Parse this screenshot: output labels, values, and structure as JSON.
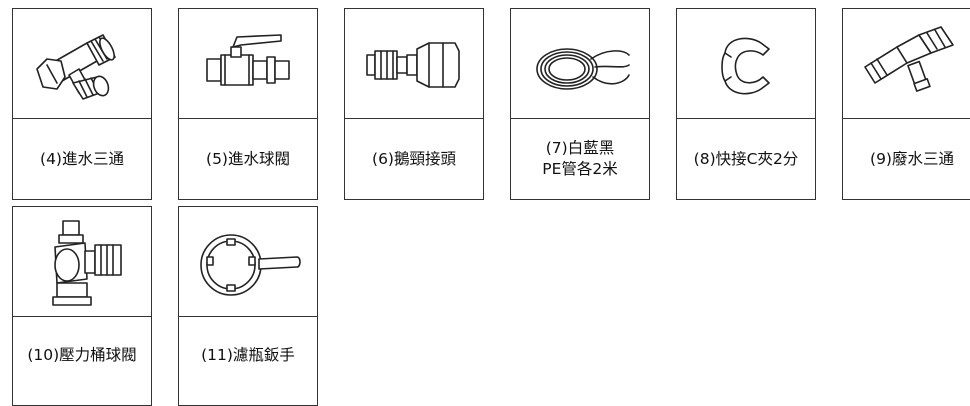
{
  "items": [
    {
      "caption": "(4)進水三通",
      "icon": "tee-valve-icon"
    },
    {
      "caption": "(5)進水球閥",
      "icon": "ball-valve-icon"
    },
    {
      "caption": "(6)鵝頸接頭",
      "icon": "gooseneck-fitting-icon"
    },
    {
      "caption": "(7)白藍黑\nPE管各2米",
      "icon": "tubing-coil-icon"
    },
    {
      "caption": "(8)快接C夾2分",
      "icon": "c-clip-icon"
    },
    {
      "caption": "(9)廢水三通",
      "icon": "waste-tee-icon"
    },
    {
      "caption": "(10)壓力桶球閥",
      "icon": "tank-ball-valve-icon"
    },
    {
      "caption": "(11)濾瓶鈑手",
      "icon": "housing-wrench-icon"
    }
  ]
}
